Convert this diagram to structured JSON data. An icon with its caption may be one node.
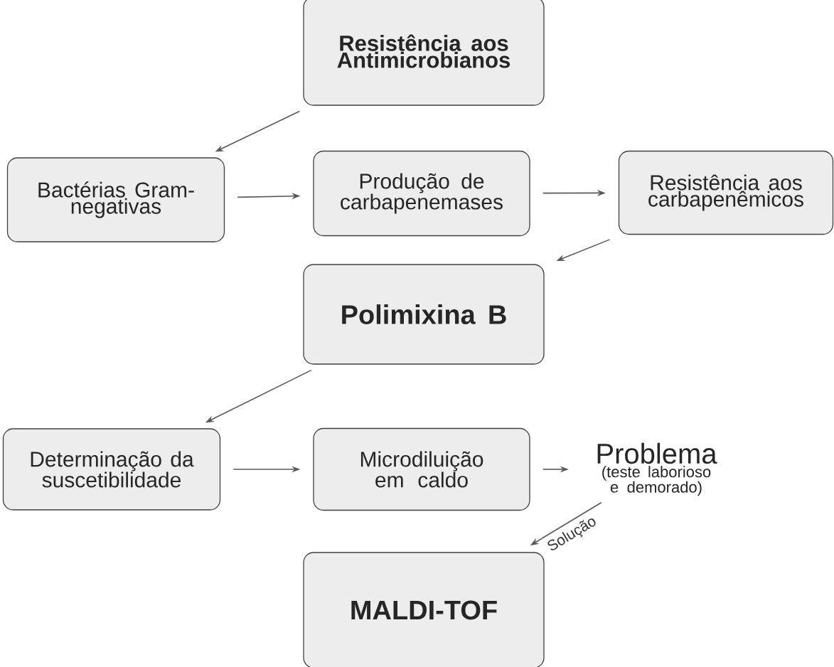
{
  "diagram": {
    "nodes": [
      {
        "text": [
          "Resistência aos Antimicrobianos"
        ]
      },
      {
        "text": [
          "Bactérias Gram-negativas"
        ]
      },
      {
        "text": [
          "Produção de carbapenemases"
        ]
      },
      {
        "text": [
          "Resistência aos carbapenêmicos"
        ]
      },
      {
        "text": [
          "Polimixina B"
        ]
      },
      {
        "text": [
          "Determinação da suscetibilidade"
        ]
      },
      {
        "text": [
          "Microdiluição em caldo"
        ]
      },
      {
        "text": [
          "Problema",
          "(teste laborioso e demorado)"
        ]
      },
      {
        "text": [
          "MALDI-TOF"
        ]
      }
    ],
    "edges": [
      {
        "from": 0,
        "to": 1,
        "arrow": "to"
      },
      {
        "from": 1,
        "to": 2,
        "arrow": "to"
      },
      {
        "from": 2,
        "to": 3,
        "arrow": "to"
      },
      {
        "from": 3,
        "to": 4,
        "arrow": "to"
      },
      {
        "from": 4,
        "to": 5,
        "arrow": "to"
      },
      {
        "from": 5,
        "to": 6,
        "arrow": "to"
      },
      {
        "from": 6,
        "to": 7,
        "arrow": "to"
      },
      {
        "from": 7,
        "to": 8,
        "arrow": "to",
        "label": "Solução"
      }
    ]
  }
}
